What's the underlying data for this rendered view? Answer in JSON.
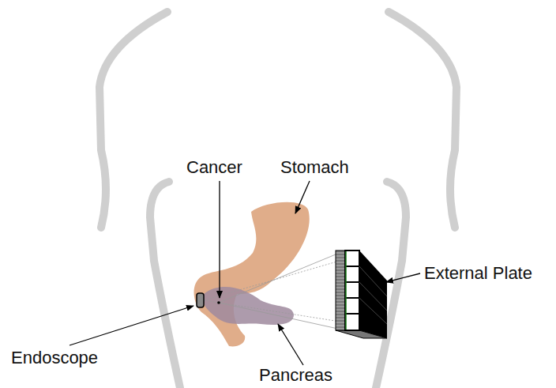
{
  "diagram": {
    "labels": [
      "Cancer",
      "Stomach",
      "External Plate",
      "Endoscope",
      "Pancreas"
    ]
  }
}
